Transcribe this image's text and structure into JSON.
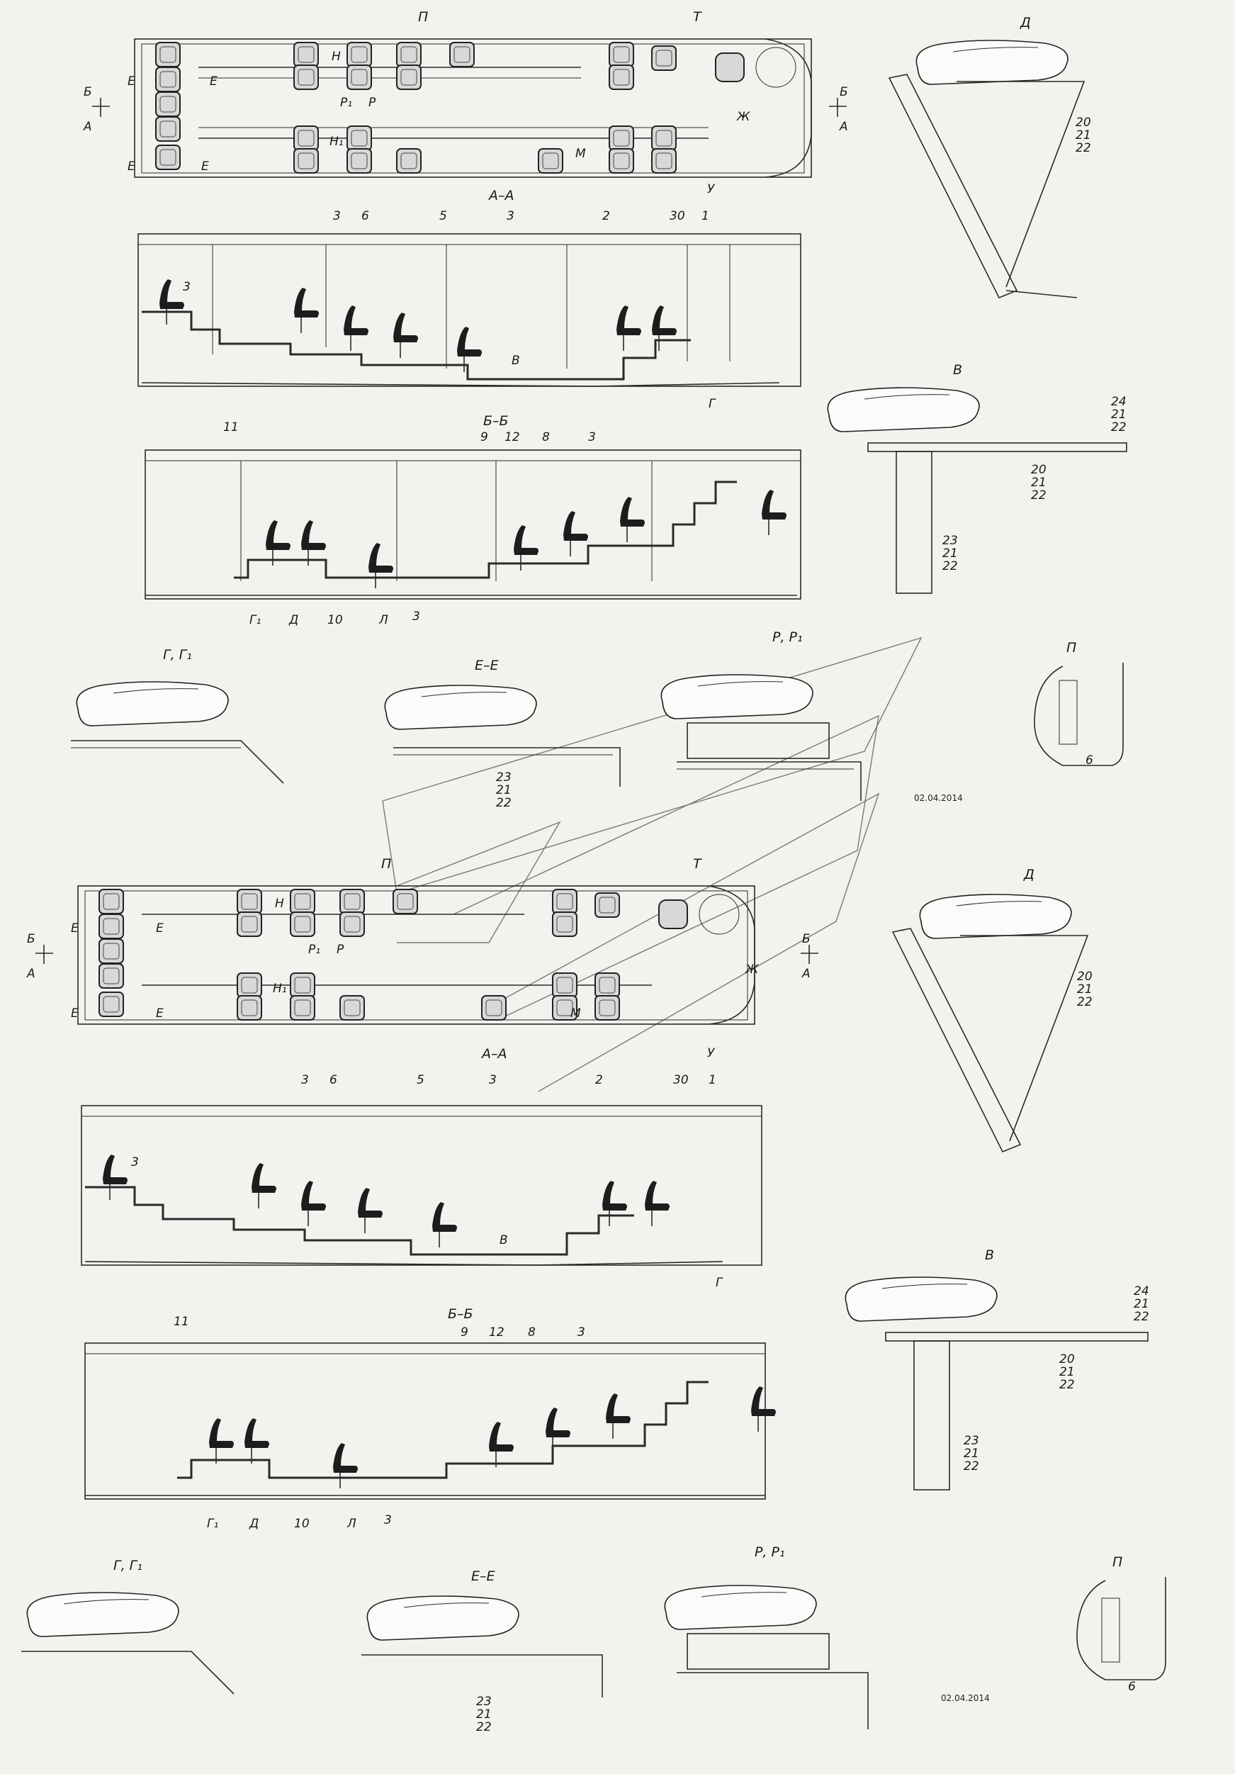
{
  "drawing": {
    "date": "02.04.2014",
    "section_plan_markers": [
      "Б",
      "А",
      "Б",
      "А"
    ],
    "plan_labels": [
      "П",
      "Т",
      "Н",
      "Н₁",
      "Р₁",
      "Р",
      "Е",
      "Е",
      "Е",
      "Е",
      "Ж",
      "М",
      "У"
    ],
    "section_a_title": "А–А",
    "section_a_labels": [
      "3",
      "6",
      "5",
      "3",
      "2",
      "30",
      "1",
      "3",
      "В",
      "Г"
    ],
    "section_b_title": "Б–Б",
    "section_b_labels": [
      "11",
      "9",
      "12",
      "8",
      "3",
      "Г₁",
      "Д",
      "10",
      "Л",
      "3"
    ],
    "view_d_title": "Д",
    "view_d_refs": [
      "20",
      "21",
      "22"
    ],
    "view_v_title": "В",
    "view_v_refs_top": [
      "24",
      "21",
      "22"
    ],
    "view_v_refs_mid": [
      "20",
      "21",
      "22"
    ],
    "view_v_refs_bottom": [
      "23",
      "21",
      "22"
    ],
    "view_g_title": "Г, Г₁",
    "view_ee_title": "Е–Е",
    "view_ee_refs": [
      "23",
      "21",
      "22"
    ],
    "view_rr_title": "Р, Р₁",
    "view_p_title": "П",
    "view_p_ref": "6"
  },
  "icons": {
    "rotate": "rotated-view-icon",
    "arrow": "view-arrow-icon",
    "seat": "seat-icon"
  }
}
